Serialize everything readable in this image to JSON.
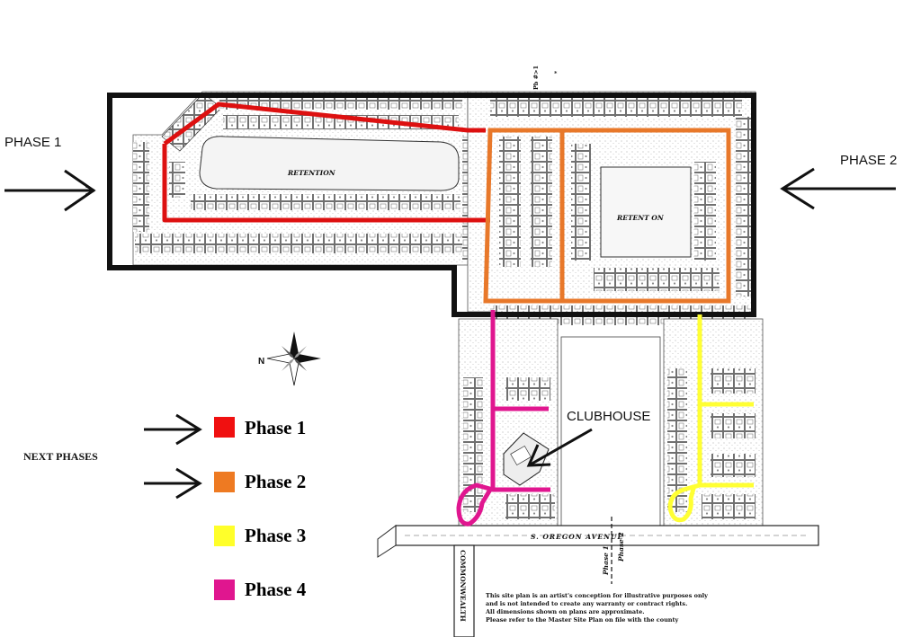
{
  "callouts": {
    "phase1_left": "PHASE 1",
    "phase2_right": "PHASE 2",
    "next_phases": "NEXT PHASES",
    "clubhouse": "CLUBHOUSE"
  },
  "legend": [
    {
      "label": "Phase 1",
      "color": "#f01010",
      "arrow": true
    },
    {
      "label": "Phase 2",
      "color": "#ee7a22",
      "arrow": true
    },
    {
      "label": "Phase 3",
      "color": "#ffff2a",
      "arrow": false
    },
    {
      "label": "Phase 4",
      "color": "#e0168f",
      "arrow": false
    }
  ],
  "map": {
    "retention_west": "RETENTION",
    "retention_east": "RETENT ON",
    "road_main": "S. OREGON AVENUE",
    "road_side": "COMMONWEALTH",
    "phase_divider_1": "Phase 1",
    "phase_divider_2": "Phase 2",
    "disclaimer": [
      "This site plan is an artist's conception for illustrative purposes only",
      "and is not intended to create any warranty or contract rights.",
      "All dimensions shown on plans are approximate.",
      "Please refer to the Master Site Plan on file with the county"
    ]
  },
  "colors": {
    "phase1_boundary": "#111111",
    "phase1_route": "#dd1010",
    "phase2_route": "#e8782a",
    "phase3_route": "#ffff33",
    "phase4_route": "#e0168f"
  }
}
